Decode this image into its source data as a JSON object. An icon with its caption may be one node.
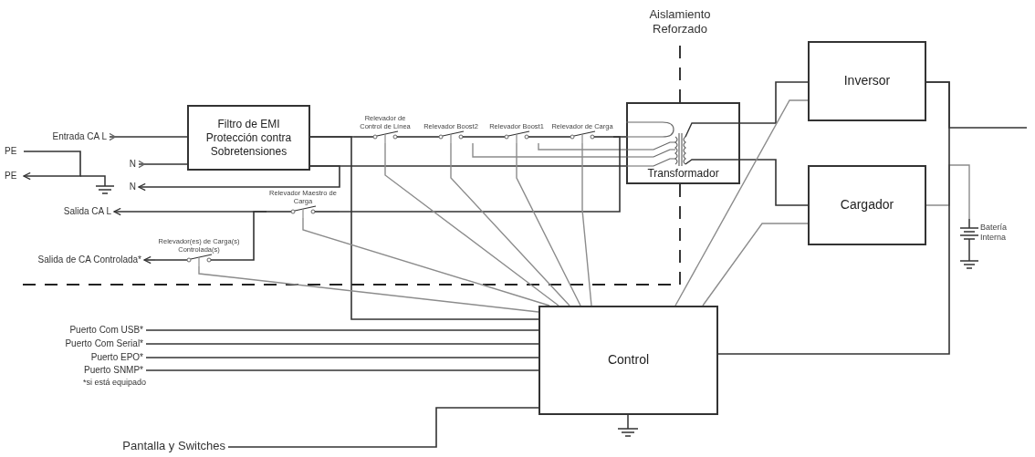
{
  "diagram": {
    "nodes": [
      {
        "text": [
          "Filtro de EMI",
          "Protección contra Sobretensiones"
        ]
      },
      {
        "text": [
          "Transformador"
        ]
      },
      {
        "text": [
          "Inversor"
        ]
      },
      {
        "text": [
          "Cargador"
        ]
      },
      {
        "text": [
          "Control"
        ]
      },
      {
        "text": [
          "Entrada CA L"
        ]
      },
      {
        "text": [
          "N"
        ]
      },
      {
        "text": [
          "N"
        ]
      },
      {
        "text": [
          "Salida CA L"
        ]
      },
      {
        "text": [
          "PE"
        ]
      },
      {
        "text": [
          "PE"
        ]
      },
      {
        "text": [
          "Salida de CA Controlada*"
        ]
      },
      {
        "text": [
          "Puerto Com USB*"
        ]
      },
      {
        "text": [
          "Puerto Com Serial*"
        ]
      },
      {
        "text": [
          "Puerto EPO*"
        ]
      },
      {
        "text": [
          "Puerto SNMP*"
        ]
      },
      {
        "text": [
          "Pantalla y Switches"
        ]
      },
      {
        "text": [
          "Batería Interna"
        ]
      },
      {
        "text": [
          "Relevador de Control de Línea"
        ]
      },
      {
        "text": [
          "Relevador Boost2"
        ]
      },
      {
        "text": [
          "Relevador Boost1"
        ]
      },
      {
        "text": [
          "Relevador de Carga"
        ]
      },
      {
        "text": [
          "Relevador Maestro de Carga"
        ]
      },
      {
        "text": [
          "Relevador(es) de Carga(s) Controlada(s)"
        ]
      }
    ],
    "edges": [
      {
        "from": 5,
        "to": 0,
        "arrow": "other"
      },
      {
        "from": 6,
        "to": 0,
        "arrow": "other"
      },
      {
        "from": 0,
        "to": 7,
        "arrow": "to"
      },
      {
        "from": 0,
        "to": 18,
        "arrow": "none"
      },
      {
        "from": 18,
        "to": 19,
        "arrow": "none"
      },
      {
        "from": 19,
        "to": 20,
        "arrow": "none"
      },
      {
        "from": 20,
        "to": 21,
        "arrow": "none"
      },
      {
        "from": 21,
        "to": 1,
        "arrow": "none"
      },
      {
        "from": 0,
        "to": 1,
        "arrow": "none"
      },
      {
        "from": 19,
        "to": 1,
        "arrow": "none",
        "color": "#8c8c8c"
      },
      {
        "from": 20,
        "to": 1,
        "arrow": "none",
        "color": "#8c8c8c"
      },
      {
        "from": 21,
        "to": 22,
        "arrow": "none"
      },
      {
        "from": 22,
        "to": 8,
        "arrow": "to"
      },
      {
        "from": 22,
        "to": 23,
        "arrow": "none"
      },
      {
        "from": 23,
        "to": 11,
        "arrow": "to"
      },
      {
        "from": 9,
        "to": 10,
        "arrow": "to"
      },
      {
        "from": 0,
        "to": 4,
        "arrow": "none"
      },
      {
        "from": 1,
        "to": 2,
        "arrow": "none"
      },
      {
        "from": 1,
        "to": 3,
        "arrow": "none"
      },
      {
        "from": 4,
        "to": 2,
        "arrow": "none",
        "color": "#8c8c8c"
      },
      {
        "from": 4,
        "to": 3,
        "arrow": "none",
        "color": "#8c8c8c"
      },
      {
        "from": 2,
        "to": null,
        "arrow": "none"
      },
      {
        "from": 3,
        "to": 17,
        "arrow": "none",
        "color": "#8c8c8c"
      },
      {
        "from": 4,
        "to": 2,
        "arrow": "none"
      },
      {
        "from": 4,
        "to": 18,
        "arrow": "none",
        "color": "#8c8c8c"
      },
      {
        "from": 4,
        "to": 19,
        "arrow": "none",
        "color": "#8c8c8c"
      },
      {
        "from": 4,
        "to": 20,
        "arrow": "none",
        "color": "#8c8c8c"
      },
      {
        "from": 4,
        "to": 21,
        "arrow": "none",
        "color": "#8c8c8c"
      },
      {
        "from": 4,
        "to": 22,
        "arrow": "none",
        "color": "#8c8c8c"
      },
      {
        "from": 4,
        "to": 23,
        "arrow": "none",
        "color": "#8c8c8c"
      },
      {
        "from": 12,
        "to": 4,
        "arrow": "none"
      },
      {
        "from": 13,
        "to": 4,
        "arrow": "none"
      },
      {
        "from": 14,
        "to": 4,
        "arrow": "none"
      },
      {
        "from": 15,
        "to": 4,
        "arrow": "none"
      },
      {
        "from": 16,
        "to": 4,
        "arrow": "none"
      }
    ],
    "labels": [
      "Aislamiento Reforzado",
      "*si está equipado"
    ]
  }
}
